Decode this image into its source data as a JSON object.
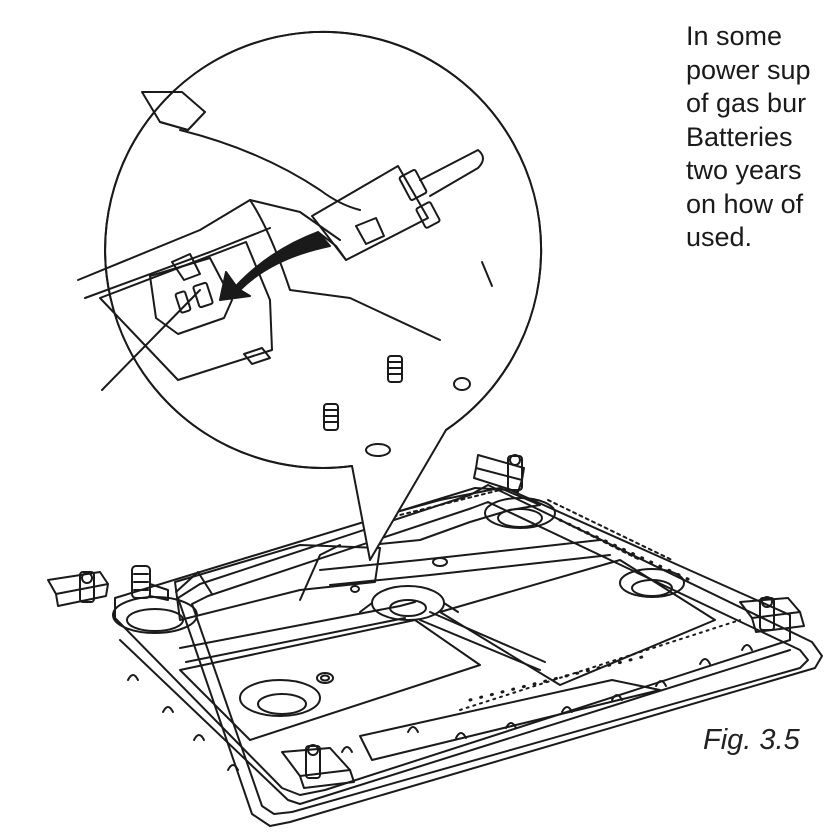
{
  "instructions": {
    "lines": [
      "In  some",
      "power sup",
      "of gas bur",
      "Batteries",
      "two years",
      "on how of",
      "used."
    ]
  },
  "figure": {
    "caption": "Fig. 3.5"
  },
  "colors": {
    "ink": "#1a1a1a",
    "paper": "#ffffff"
  }
}
